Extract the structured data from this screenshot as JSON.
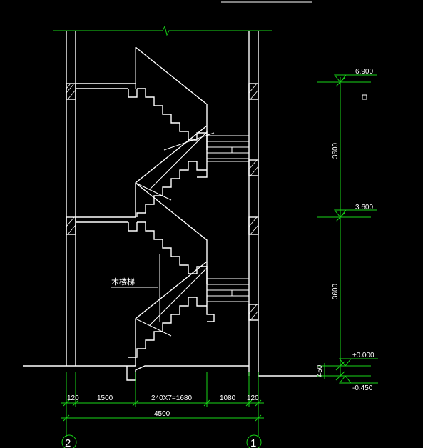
{
  "colors": {
    "background": "#000000",
    "lines": "#ffffff",
    "dimensions": "#17d617"
  },
  "elevations": {
    "top": "6.900",
    "mid": "3.600",
    "ground": "±0.000",
    "outside": "-0.450"
  },
  "vertical_dims": {
    "upper": "3600",
    "lower": "3600",
    "step": "450"
  },
  "horizontal_dims": {
    "d1": "120",
    "d2": "1500",
    "d3": "240X7=1680",
    "d4": "1080",
    "d5": "120",
    "total": "4500"
  },
  "label": "木楼梯",
  "axes": {
    "left": "2",
    "right": "1"
  }
}
